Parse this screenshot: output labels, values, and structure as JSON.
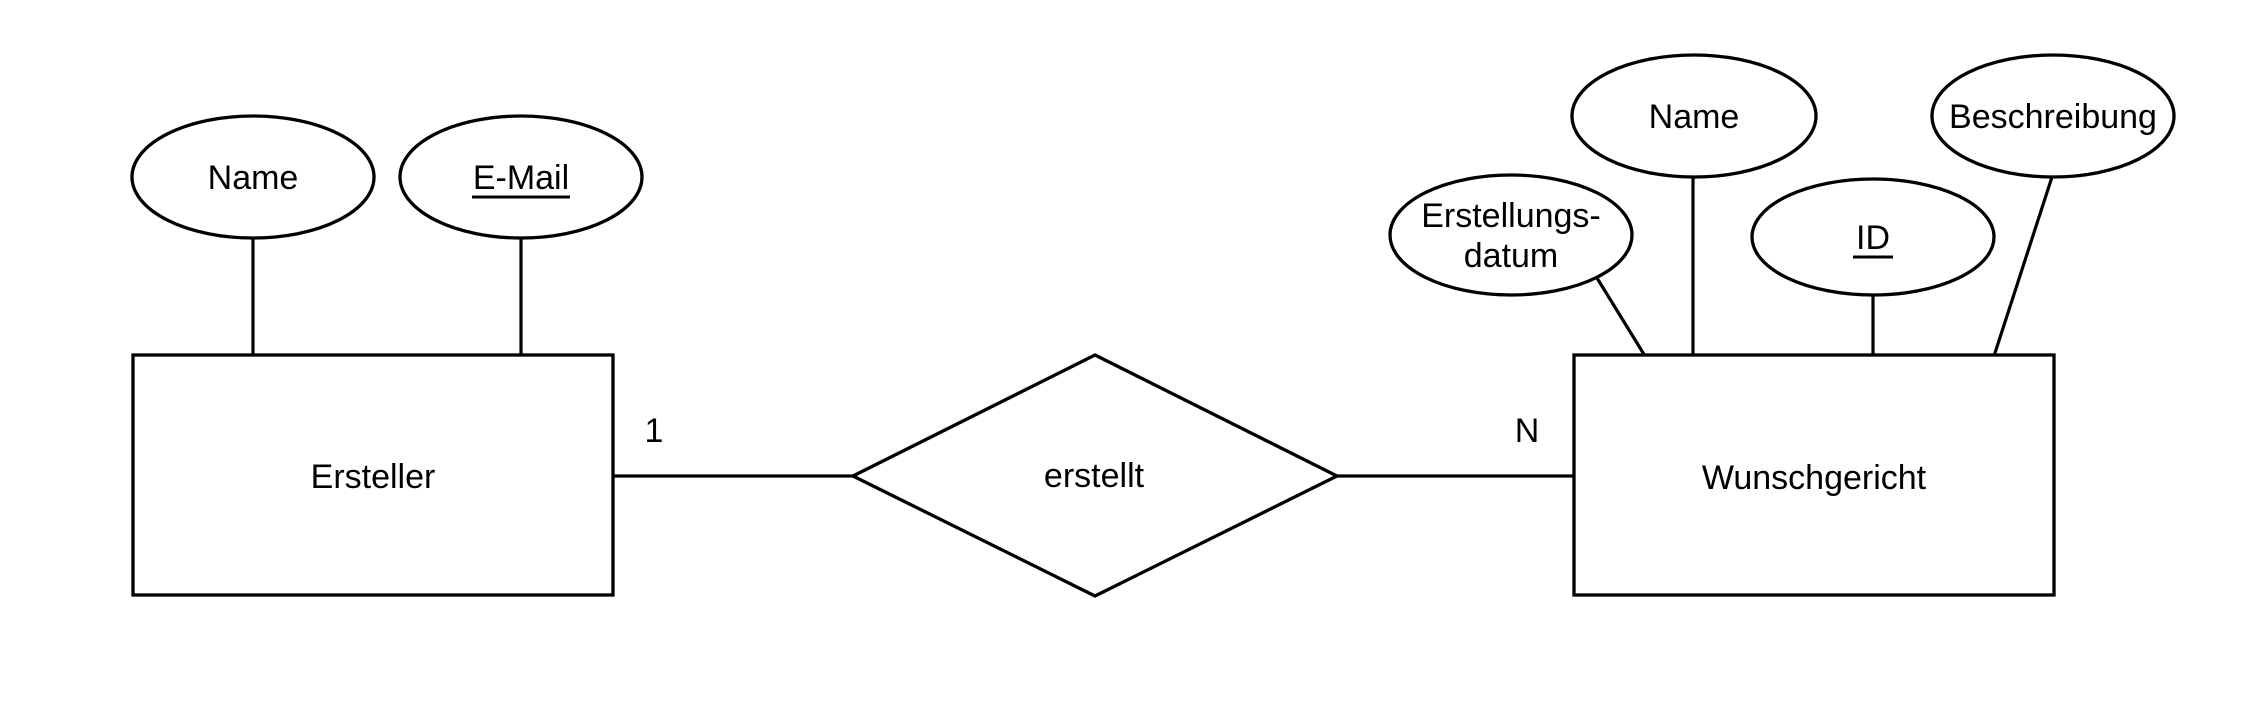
{
  "colors": {
    "background": "#ffffff",
    "stroke": "#000000",
    "text": "#000000"
  },
  "er_diagram": {
    "left_entity": {
      "label": "Ersteller",
      "attributes": [
        {
          "label": "Name",
          "is_key": false
        },
        {
          "label": "E-Mail",
          "is_key": true
        }
      ]
    },
    "relationship": {
      "label": "erstellt",
      "left_cardinality": "1",
      "right_cardinality": "N"
    },
    "right_entity": {
      "label": "Wunschgericht",
      "attributes": [
        {
          "label_line1": "Erstellungs-",
          "label_line2": "datum",
          "is_key": false
        },
        {
          "label": "Name",
          "is_key": false
        },
        {
          "label": "ID",
          "is_key": true
        },
        {
          "label": "Beschreibung",
          "is_key": false
        }
      ]
    }
  }
}
